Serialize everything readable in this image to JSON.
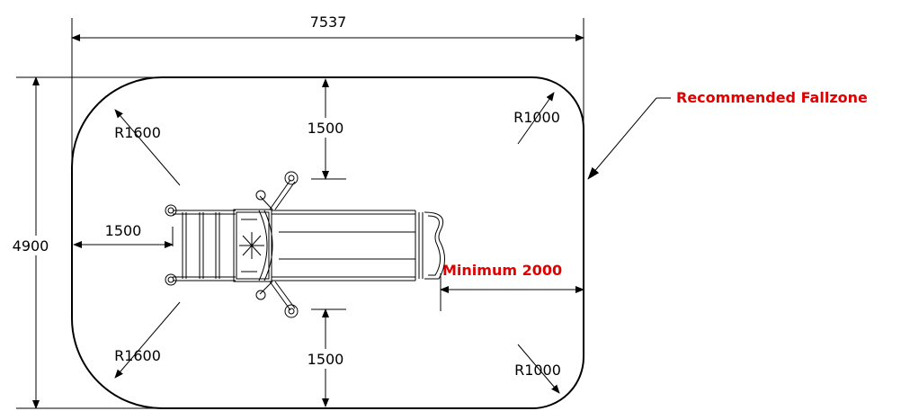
{
  "dimensions": {
    "overall_width": "7537",
    "overall_height": "4900",
    "top_clearance": "1500",
    "bottom_clearance": "1500",
    "left_clearance": "1500",
    "radius_top_left": "R1600",
    "radius_bottom_left": "R1600",
    "radius_top_right": "R1000",
    "radius_bottom_right": "R1000"
  },
  "callouts": {
    "fallzone": "Recommended Fallzone",
    "minimum": "Minimum 2000"
  },
  "colors": {
    "outline": "#000000",
    "callout": "#e00000"
  }
}
